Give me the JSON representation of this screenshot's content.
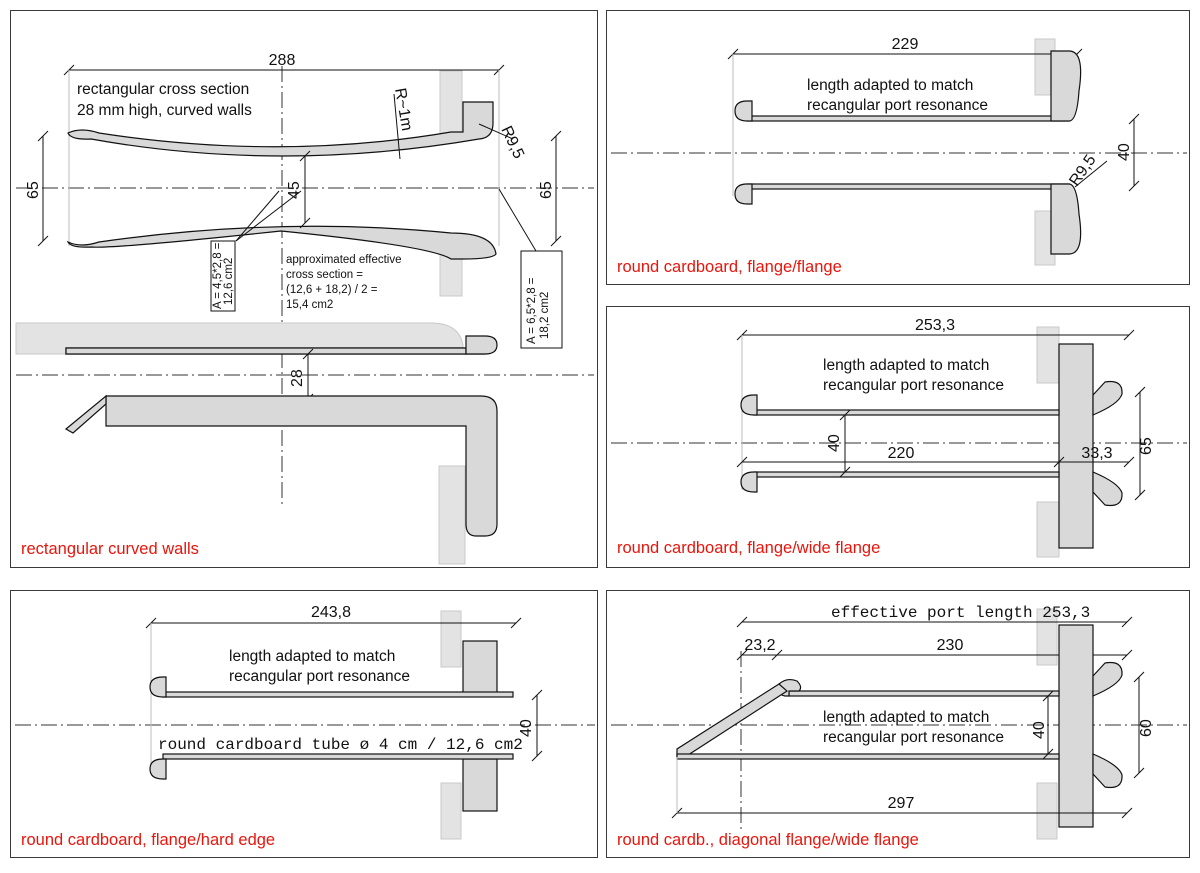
{
  "panels": {
    "rect": {
      "caption": "rectangular curved walls",
      "dim_total": "288",
      "title_line1": "rectangular cross section",
      "title_line2": "28 mm high, curved walls",
      "dim_radius_large": "R~1m",
      "dim_radius_small": "R9,5",
      "dim_height_left": "65",
      "dim_height_right": "65",
      "dim_center_gap": "45",
      "dim_flat_gap": "28",
      "box_left_line1": "A = 4,5*2,8 =",
      "box_left_line2": "12,6 cm2",
      "box_right_line1": "A = 6,5*2,8 =",
      "box_right_line2": "18,2 cm2",
      "effective_line1": "approximated effective",
      "effective_line2": "cross section =",
      "effective_line3": "(12,6 + 18,2) / 2 =",
      "effective_line4": "15,4 cm2"
    },
    "flange_flange": {
      "caption": "round cardboard, flange/flange",
      "dim_length": "229",
      "note_line1": "length adapted to match",
      "note_line2": "recangular port resonance",
      "dim_radius": "R9,5",
      "dim_diameter": "40"
    },
    "flange_wide": {
      "caption": "round cardboard, flange/wide flange",
      "dim_length": "253,3",
      "note_line1": "length adapted to match",
      "note_line2": "recangular port resonance",
      "dim_diameter": "40",
      "dim_inner": "220",
      "dim_flare": "33,3",
      "dim_outer": "65"
    },
    "hard_edge": {
      "caption": "round cardboard, flange/hard edge",
      "dim_length": "243,8",
      "note_line1": "length adapted to match",
      "note_line2": "recangular port resonance",
      "tube_label": "round cardboard tube ø 4 cm / 12,6 cm2",
      "dim_diameter": "40"
    },
    "diagonal": {
      "caption": "round cardb., diagonal flange/wide flange",
      "dim_effective": "effective port length 253,3",
      "dim_offset": "23,2",
      "dim_inner": "230",
      "note_line1": "length adapted to match",
      "note_line2": "recangular port resonance",
      "dim_diameter": "40",
      "dim_outer": "60",
      "dim_total": "297"
    }
  }
}
